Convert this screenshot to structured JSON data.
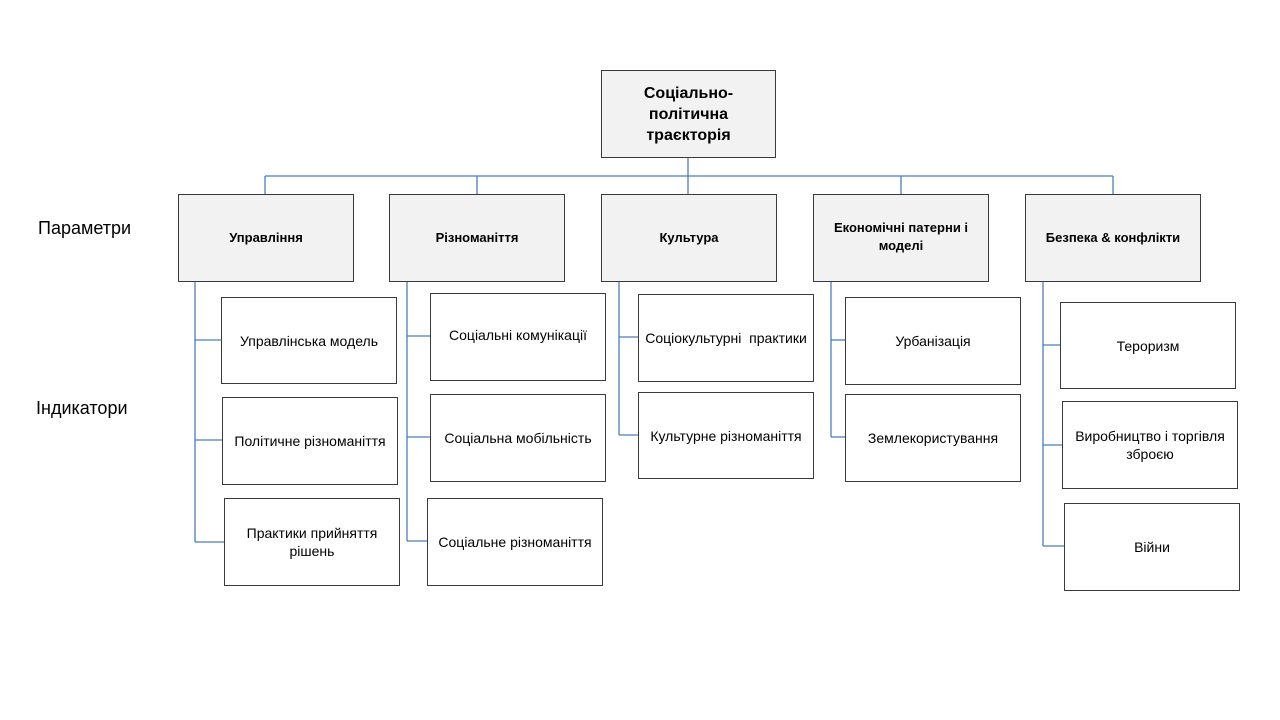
{
  "root": {
    "label": "Соціально-політична траєкторія"
  },
  "side_labels": {
    "parameters": "Параметри",
    "indicators": "Індикатори"
  },
  "parameters": [
    {
      "label": "Управління",
      "indicators": [
        "Управлінська модель",
        "Політичне різноманіття",
        "Практики прийняття рішень"
      ]
    },
    {
      "label": "Різноманіття",
      "indicators": [
        "Соціальні комунікації",
        "Соціальна мобільність",
        "Соціальне різноманіття"
      ]
    },
    {
      "label": "Культура",
      "indicators": [
        "Соціокультурні  практики",
        "Культурне різноманіття"
      ]
    },
    {
      "label": "Економічні патерни і моделі",
      "indicators": [
        "Урбанізація",
        "Землекористування"
      ]
    },
    {
      "label": "Безпека & конфлікти",
      "indicators": [
        "Тероризм",
        "Виробництво і торгівля зброєю",
        "Війни"
      ]
    }
  ],
  "colors": {
    "connector": "#4a7ebb",
    "param_fill": "#f2f2f2",
    "box_border": "#3a3a3a"
  }
}
